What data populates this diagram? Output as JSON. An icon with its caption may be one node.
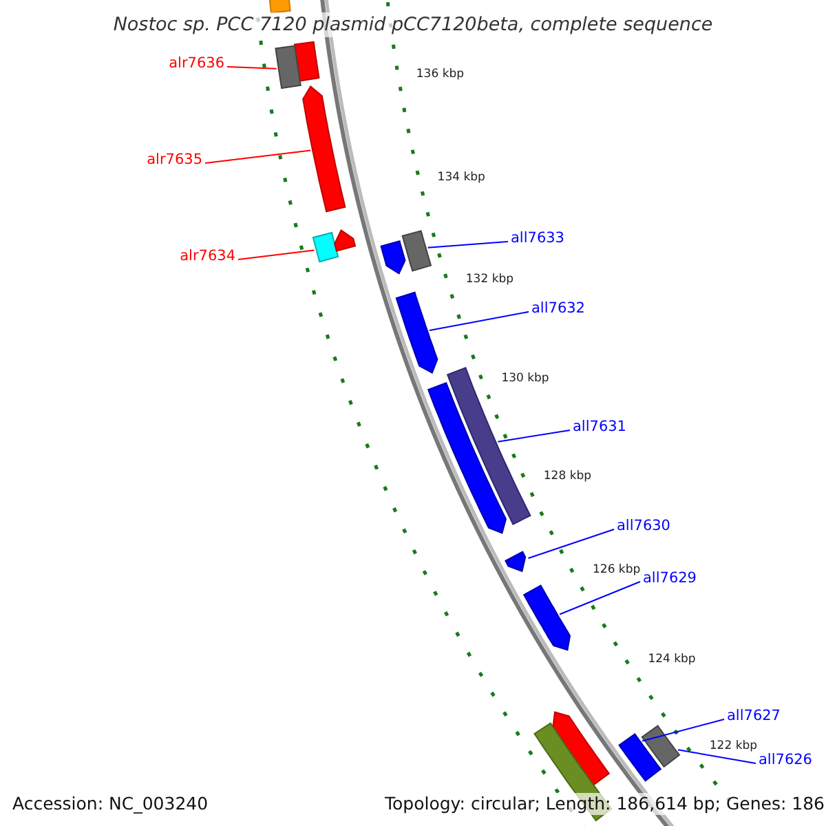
{
  "diagram": {
    "title": "Nostoc sp. PCC 7120 plasmid pCC7120beta, complete sequence",
    "nodes": [
      {
        "text": [],
        "shape": "box"
      },
      {
        "text": [],
        "shape": "box"
      },
      {
        "text": [
          "alr7636"
        ]
      },
      {
        "text": [],
        "shape": "box"
      },
      {
        "text": [
          "alr7635"
        ]
      },
      {
        "text": [],
        "shape": "arrow"
      },
      {
        "text": [
          "alr7634"
        ]
      },
      {
        "text": [],
        "shape": "box"
      },
      {
        "text": [],
        "shape": "arrow"
      },
      {
        "text": [],
        "shape": "arrow"
      },
      {
        "text": [
          "all7633"
        ]
      },
      {
        "text": [],
        "shape": "box"
      },
      {
        "text": [
          "all7632"
        ]
      },
      {
        "text": [],
        "shape": "arrow"
      },
      {
        "text": [
          "all7631"
        ]
      },
      {
        "text": [],
        "shape": "box"
      },
      {
        "text": [],
        "shape": "arrow"
      },
      {
        "text": [
          "all7630"
        ]
      },
      {
        "text": [],
        "shape": "arrow"
      },
      {
        "text": [
          "all7629"
        ]
      },
      {
        "text": [],
        "shape": "arrow"
      },
      {
        "text": [],
        "shape": "arrow"
      },
      {
        "text": [],
        "shape": "box"
      },
      {
        "text": [
          "all7627"
        ]
      },
      {
        "text": [],
        "shape": "box"
      },
      {
        "text": [
          "all7626"
        ]
      },
      {
        "text": [],
        "shape": "box"
      }
    ],
    "edges": [
      {
        "from": 2,
        "to": 3,
        "arrow": "none",
        "color": "#ff0000"
      },
      {
        "from": 4,
        "to": 5,
        "arrow": "none",
        "color": "#ff0000"
      },
      {
        "from": 6,
        "to": 7,
        "arrow": "none",
        "color": "#ff0000"
      },
      {
        "from": 10,
        "to": 11,
        "arrow": "none"
      },
      {
        "from": 12,
        "to": 13,
        "arrow": "none"
      },
      {
        "from": 14,
        "to": 15,
        "arrow": "none"
      },
      {
        "from": 17,
        "to": 18,
        "arrow": "none"
      },
      {
        "from": 19,
        "to": 20,
        "arrow": "none"
      },
      {
        "from": 23,
        "to": 24,
        "arrow": "none"
      },
      {
        "from": 25,
        "to": 26,
        "arrow": "none"
      }
    ],
    "labels": [
      "136 kbp",
      "134 kbp",
      "132 kbp",
      "130 kbp",
      "128 kbp",
      "126 kbp",
      "124 kbp",
      "122 kbp",
      "Accession: NC_003240",
      "Topology: circular; Length: 186,614 bp; Genes: 186"
    ]
  }
}
